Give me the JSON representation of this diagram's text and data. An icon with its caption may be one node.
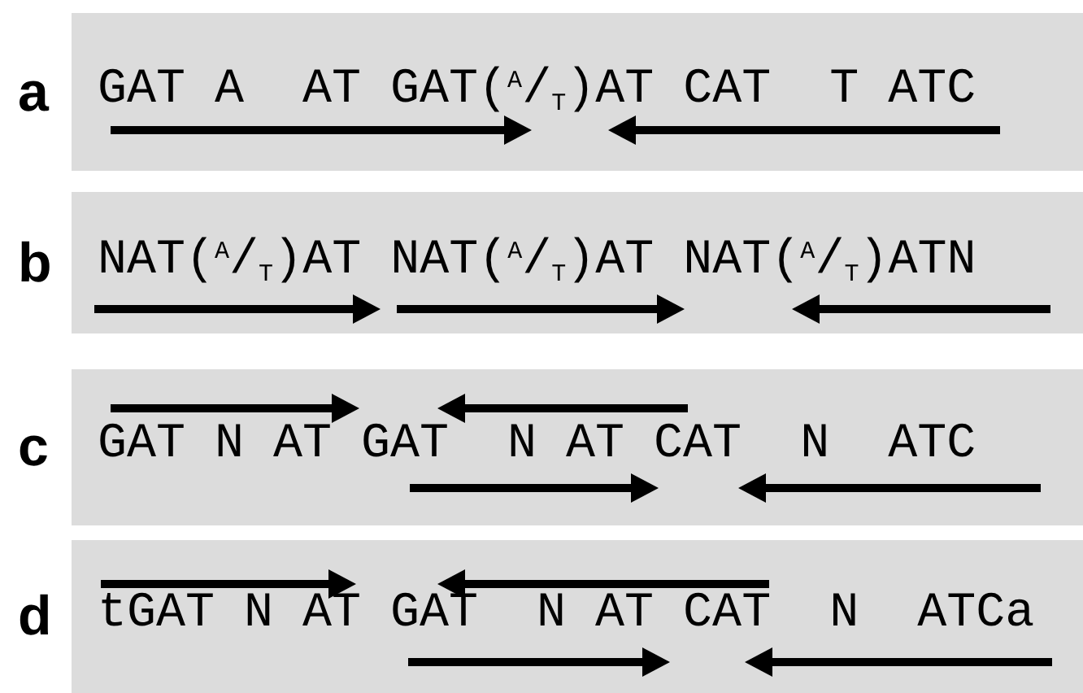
{
  "diagram": {
    "nodes": [
      {
        "text": [
          "GAT A  AT GAT($^{A}$/$_{T}$)AT CAT  T ATC"
        ],
        "beside": [
          "a"
        ]
      },
      {
        "text": [
          "NAT($^{A}$/$_{T}$)AT NAT($^{A}$/$_{T}$)AT NAT($^{A}$/$_{T}$)ATN"
        ],
        "beside": [
          "b"
        ]
      },
      {
        "text": [
          "GAT N AT GAT  N AT CAT  N  ATC"
        ],
        "beside": [
          "c"
        ]
      },
      {
        "text": [
          "tGAT N AT GAT  N AT CAT  N  ATCa"
        ],
        "beside": [
          "d"
        ]
      }
    ]
  }
}
